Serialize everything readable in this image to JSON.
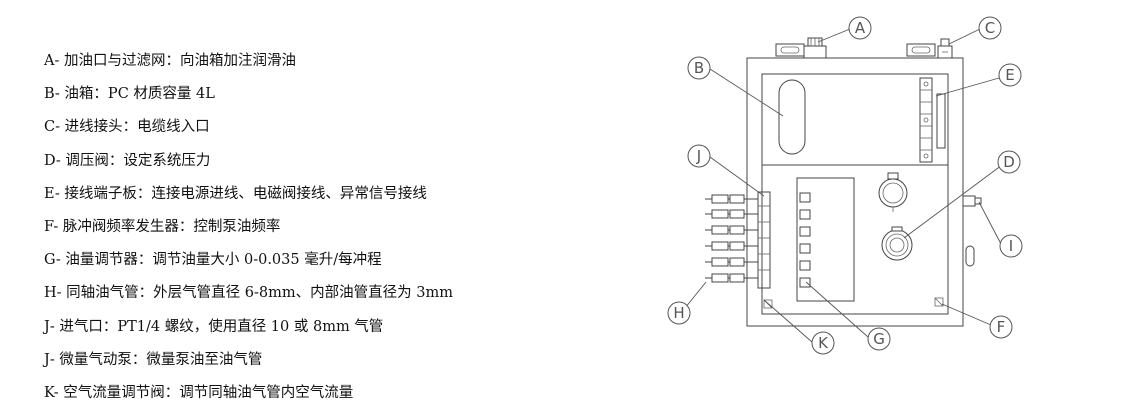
{
  "legend": [
    "A- 加油口与过滤网：向油箱加注润滑油",
    "B- 油箱：PC 材质容量 4L",
    "C- 进线接头：电缆线入口",
    "D- 调压阀：设定系统压力",
    "E- 接线端子板：连接电源进线、电磁阀接线、异常信号接线",
    "F- 脉冲阀频率发生器：控制泵油频率",
    "G- 油量调节器：调节油量大小 0-0.035 毫升/每冲程",
    "H- 同轴油气管：外层气管直径 6-8mm、内部油管直径为 3mm",
    "J- 进气口：PT1/4 螺纹，使用直径 10 或 8mm 气管",
    "J- 微量气动泵：微量泵油至油气管",
    "K- 空气流量调节阀：调节同轴油气管内空气流量"
  ],
  "callouts": [
    "A",
    "B",
    "C",
    "D",
    "E",
    "F",
    "G",
    "H",
    "I",
    "J",
    "K"
  ]
}
